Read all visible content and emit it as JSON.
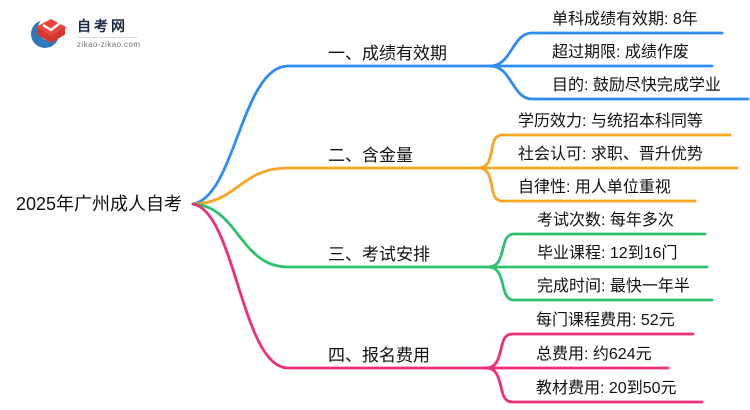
{
  "logo": {
    "site_name": "自考网",
    "site_domain": "zikao-zikao.com"
  },
  "root": {
    "label": "2025年广州成人自考"
  },
  "branches": [
    {
      "label": "一、成绩有效期",
      "color": "#2D8CF0",
      "children": [
        "单科成绩有效期: 8年",
        "超过期限: 成绩作废",
        "目的: 鼓励尽快完成学业"
      ]
    },
    {
      "label": "二、含金量",
      "color": "#F5A623",
      "children": [
        "学历效力: 与统招本科同等",
        "社会认可: 求职、晋升优势",
        "自律性: 用人单位重视"
      ]
    },
    {
      "label": "三、考试安排",
      "color": "#2EC16D",
      "children": [
        "考试次数: 每年多次",
        "毕业课程: 12到16门",
        "完成时间: 最快一年半"
      ]
    },
    {
      "label": "四、报名费用",
      "color": "#ED2F7B",
      "children": [
        "每门课程费用: 52元",
        "总费用: 约624元",
        "教材费用: 20到50元"
      ]
    }
  ]
}
